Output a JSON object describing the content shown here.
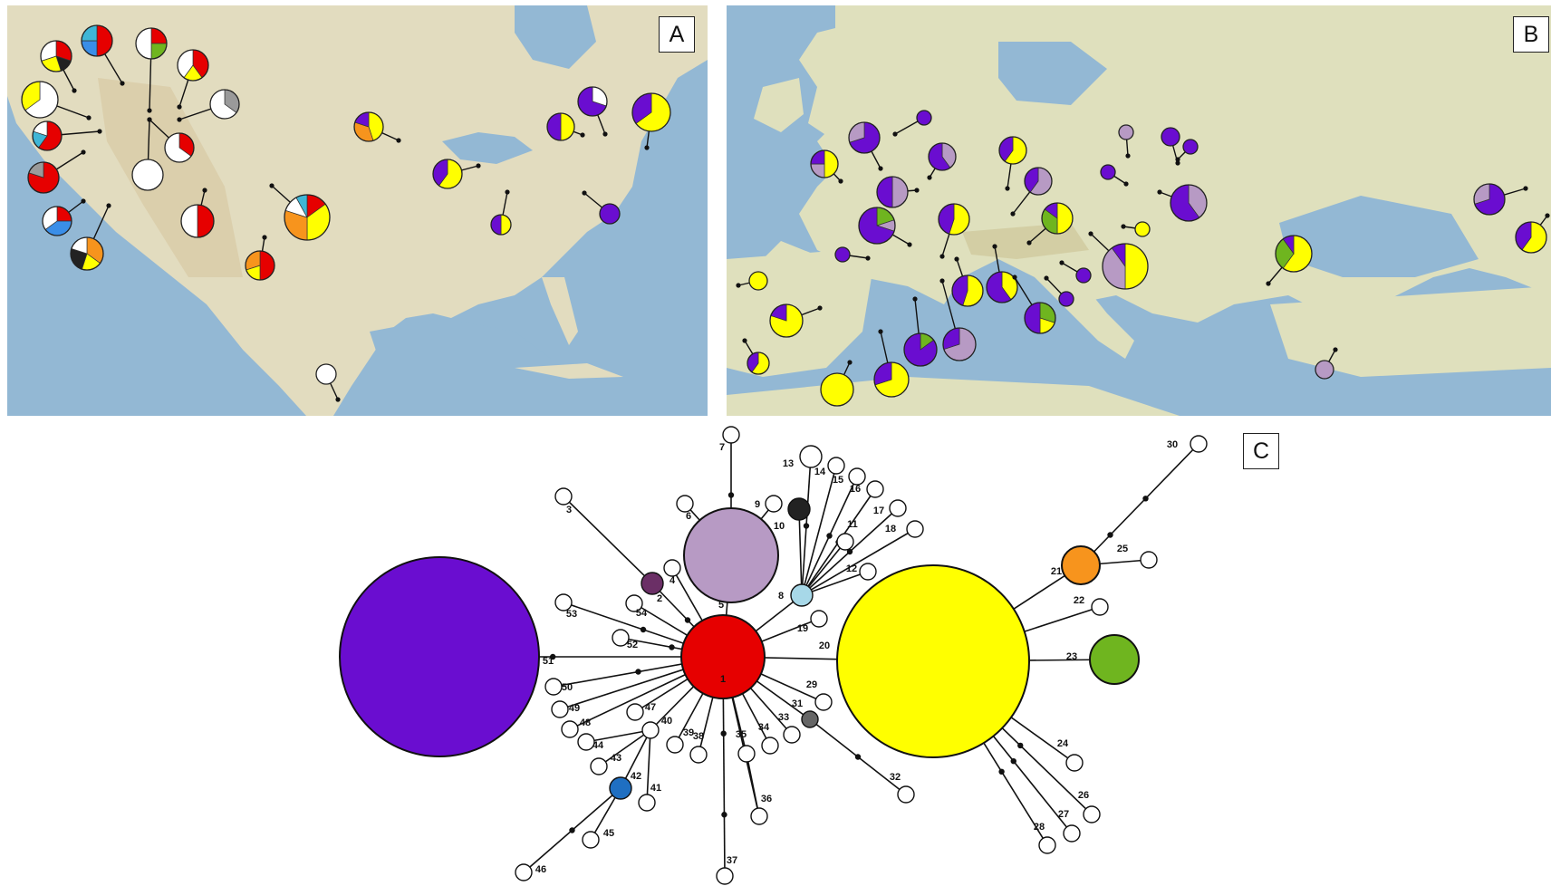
{
  "panels": {
    "a": "A",
    "b": "B",
    "c": "C"
  },
  "colors": {
    "ocean": "#8fb4d1",
    "land_a": "#e4ddc2",
    "land_b": "#dfe0bf",
    "H1": "#e60000",
    "H4": "#6b2f66",
    "H5": "#b79ac4",
    "H8": "#a6d8e6",
    "H10": "#222222",
    "H20": "#ffff00",
    "H21": "#f7941d",
    "H23": "#6fb51f",
    "H31": "#666666",
    "H42": "#1f6fc2",
    "H51": "#6a0dd0",
    "white": "#ffffff",
    "light_blue": "#3fb6d6",
    "blue": "#3a8ee8",
    "gray": "#9a9a9a"
  },
  "haplotype_labels": [
    "1",
    "2",
    "3",
    "4",
    "5",
    "6",
    "7",
    "8",
    "9",
    "10",
    "11",
    "12",
    "13",
    "14",
    "15",
    "16",
    "17",
    "18",
    "19",
    "20",
    "21",
    "22",
    "23",
    "24",
    "25",
    "26",
    "27",
    "28",
    "29",
    "30",
    "31",
    "32",
    "33",
    "34",
    "35",
    "36",
    "37",
    "38",
    "39",
    "40",
    "41",
    "42",
    "43",
    "44",
    "45",
    "46",
    "47",
    "48",
    "49",
    "50",
    "51",
    "52",
    "53",
    "54"
  ]
}
